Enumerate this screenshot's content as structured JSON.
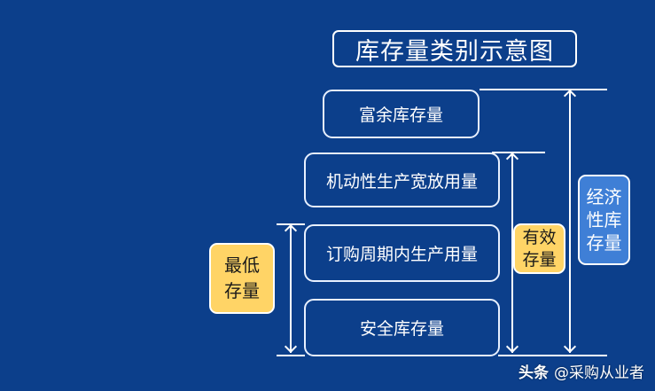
{
  "title": "库存量类别示意图",
  "colors": {
    "background": "#0c3f8b",
    "highlight_yellow": "#ffd466",
    "highlight_blue": "#3f7fd6",
    "line": "#ffffff"
  },
  "components": [
    {
      "label": "富余库存量"
    },
    {
      "label": "机动性生产宽放用量"
    },
    {
      "label": "订购周期内生产用量"
    },
    {
      "label": "安全库存量"
    }
  ],
  "brackets": {
    "minimum": {
      "line1": "最低",
      "line2": "存量"
    },
    "effective": {
      "line1": "有效",
      "line2": "存量"
    },
    "economic": {
      "line1": "经济",
      "line2": "性库",
      "line3": "存量"
    }
  },
  "watermark": {
    "brand": "头条",
    "handle": "@采购从业者"
  }
}
